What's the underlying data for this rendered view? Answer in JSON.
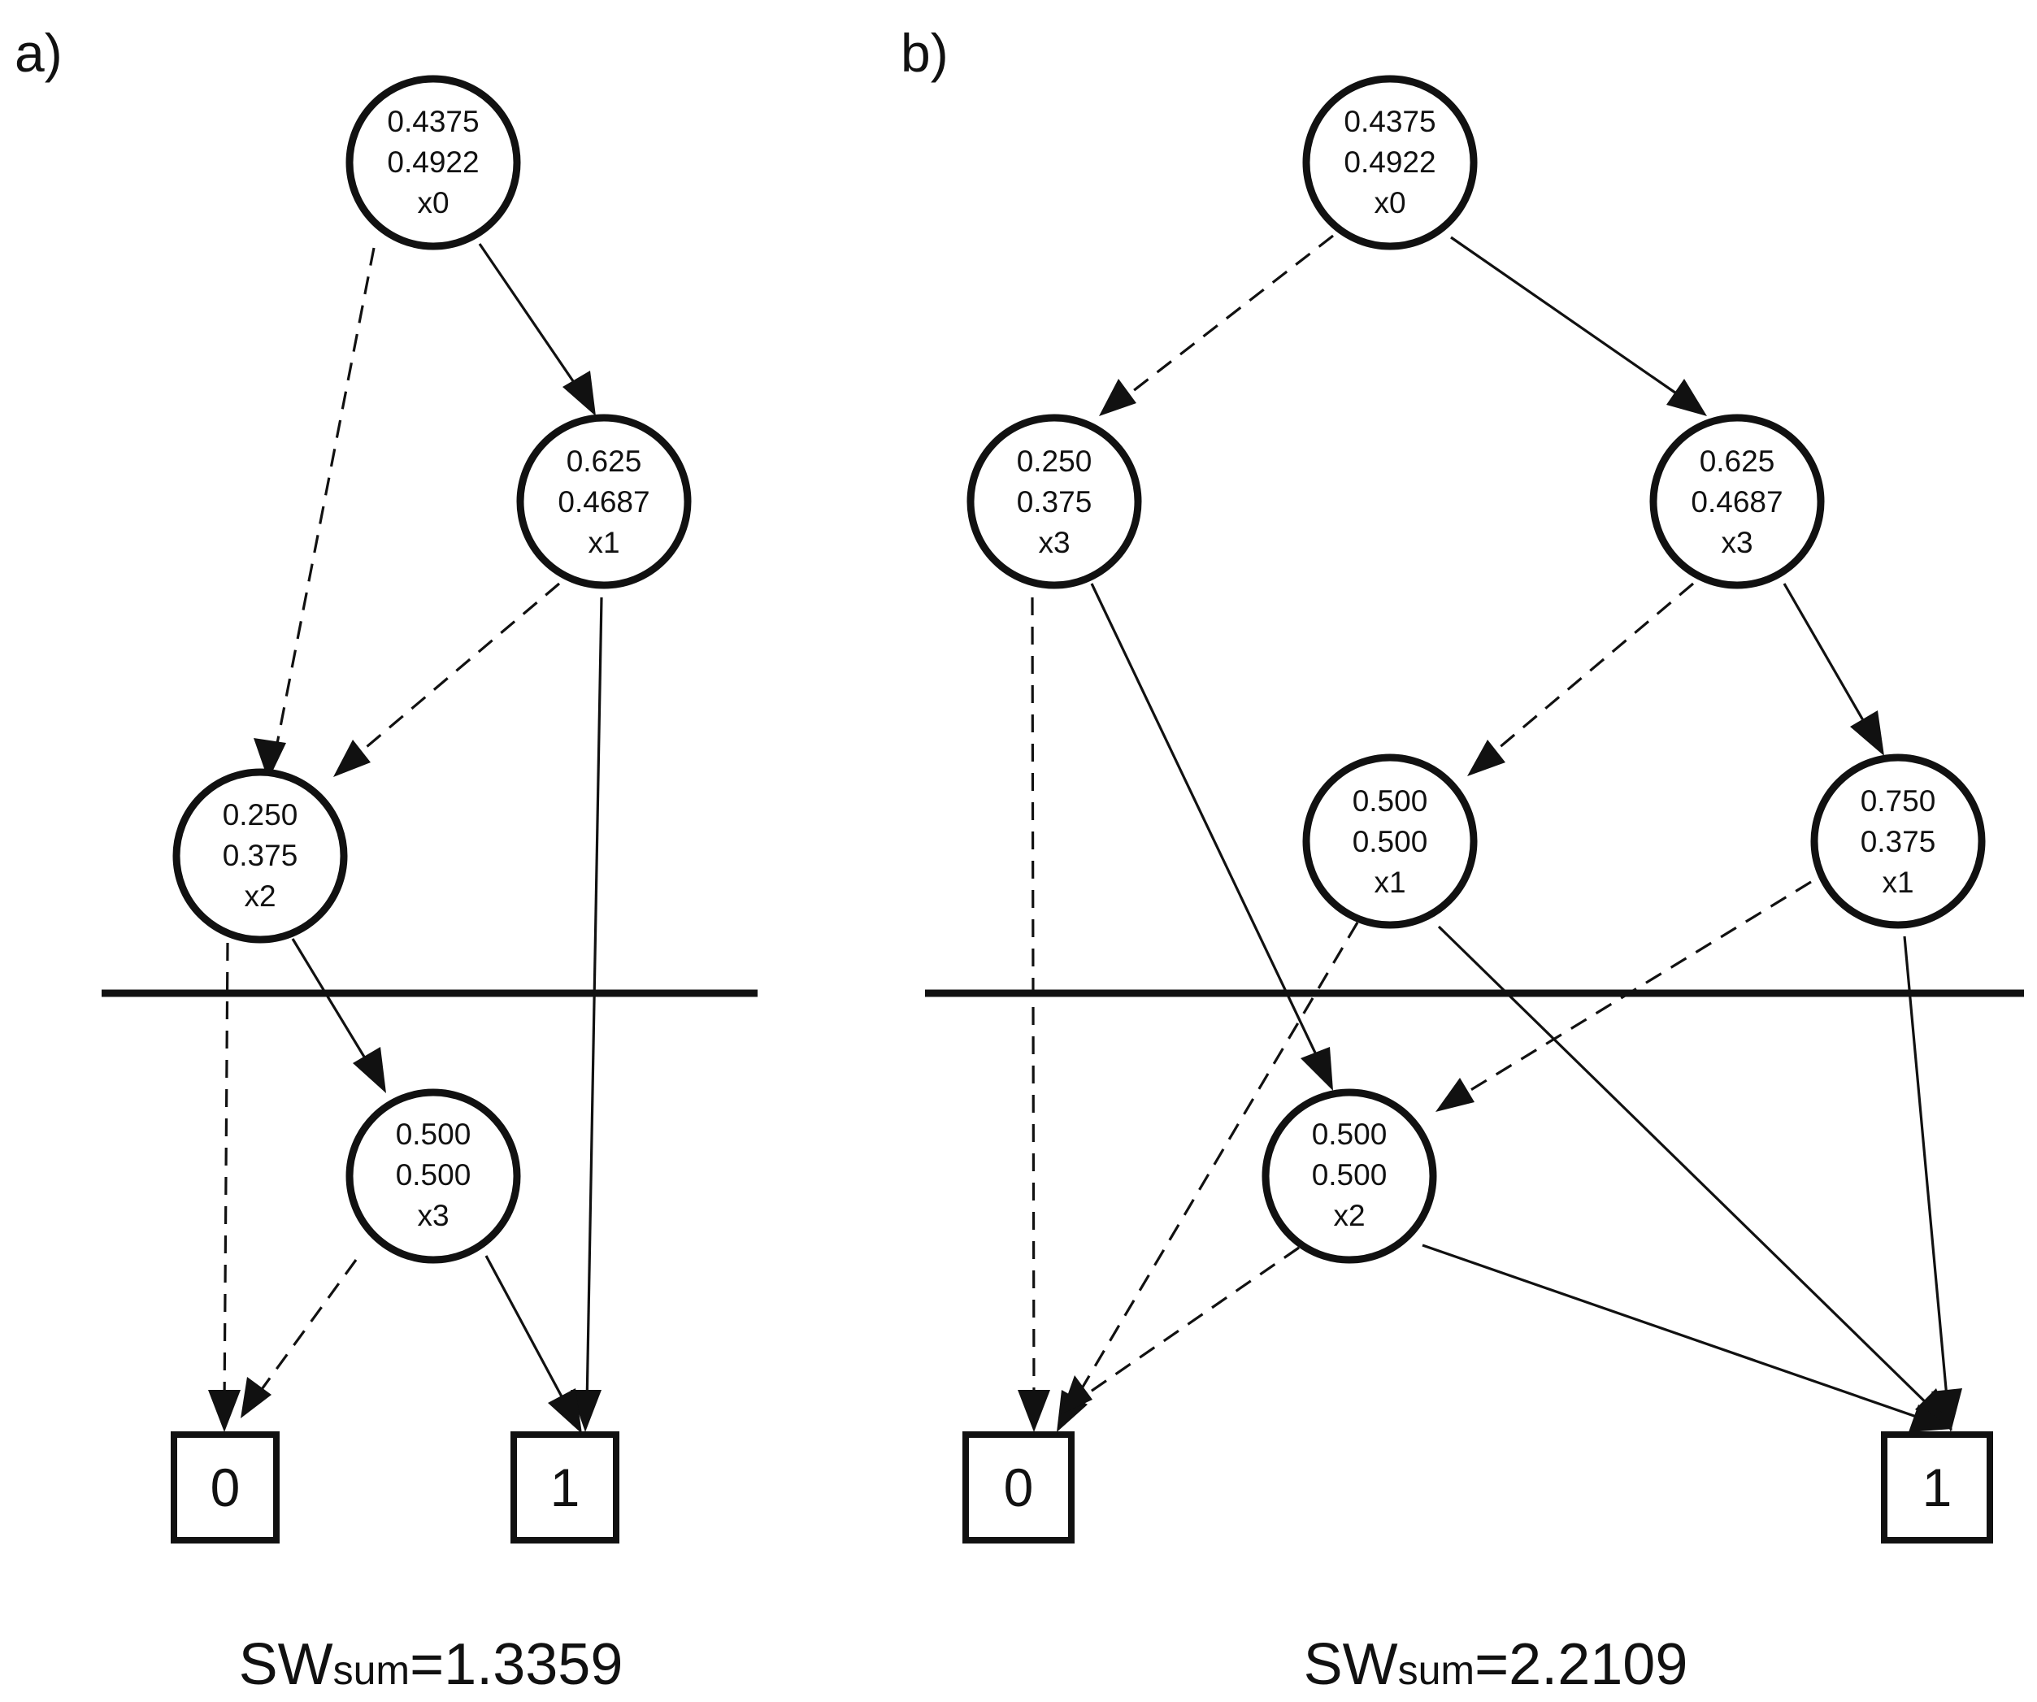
{
  "panels": [
    {
      "label": "a)",
      "formula": {
        "main": "SW",
        "sub": "sum",
        "rest": "=1.3359"
      },
      "nodes": [
        {
          "lines": [
            "0.4375",
            "0.4922",
            "x0"
          ]
        },
        {
          "lines": [
            "0.625",
            "0.4687",
            "x1"
          ]
        },
        {
          "lines": [
            "0.250",
            "0.375",
            "x2"
          ]
        },
        {
          "lines": [
            "0.500",
            "0.500",
            "x3"
          ]
        }
      ],
      "terminals": [
        "0",
        "1"
      ],
      "edges": [
        {
          "from": "x0",
          "to": "x2",
          "style": "dashed"
        },
        {
          "from": "x0",
          "to": "x1",
          "style": "solid"
        },
        {
          "from": "x1",
          "to": "x2",
          "style": "dashed"
        },
        {
          "from": "x1",
          "to": "1",
          "style": "solid"
        },
        {
          "from": "x2",
          "to": "0",
          "style": "dashed"
        },
        {
          "from": "x2",
          "to": "x3",
          "style": "solid"
        },
        {
          "from": "x3",
          "to": "0",
          "style": "dashed"
        },
        {
          "from": "x3",
          "to": "1",
          "style": "solid"
        }
      ]
    },
    {
      "label": "b)",
      "formula": {
        "main": "SW",
        "sub": "sum",
        "rest": "=2.2109"
      },
      "nodes": [
        {
          "lines": [
            "0.4375",
            "0.4922",
            "x0"
          ]
        },
        {
          "lines": [
            "0.250",
            "0.375",
            "x3"
          ]
        },
        {
          "lines": [
            "0.625",
            "0.4687",
            "x3"
          ]
        },
        {
          "lines": [
            "0.500",
            "0.500",
            "x1"
          ]
        },
        {
          "lines": [
            "0.750",
            "0.375",
            "x1"
          ]
        },
        {
          "lines": [
            "0.500",
            "0.500",
            "x2"
          ]
        }
      ],
      "terminals": [
        "0",
        "1"
      ],
      "edges": [
        {
          "from": "x0",
          "to": "x3 (0.250)",
          "style": "dashed"
        },
        {
          "from": "x0",
          "to": "x3 (0.625)",
          "style": "solid"
        },
        {
          "from": "x3 (0.250)",
          "to": "0",
          "style": "dashed"
        },
        {
          "from": "x3 (0.250)",
          "to": "x2",
          "style": "solid"
        },
        {
          "from": "x3 (0.625)",
          "to": "x1 (0.500)",
          "style": "dashed"
        },
        {
          "from": "x3 (0.625)",
          "to": "x1 (0.750)",
          "style": "solid"
        },
        {
          "from": "x1 (0.500)",
          "to": "0",
          "style": "dashed"
        },
        {
          "from": "x1 (0.500)",
          "to": "1",
          "style": "solid"
        },
        {
          "from": "x1 (0.750)",
          "to": "x2",
          "style": "dashed"
        },
        {
          "from": "x1 (0.750)",
          "to": "1",
          "style": "solid"
        },
        {
          "from": "x2",
          "to": "0",
          "style": "dashed"
        },
        {
          "from": "x2",
          "to": "1",
          "style": "solid"
        }
      ]
    }
  ]
}
